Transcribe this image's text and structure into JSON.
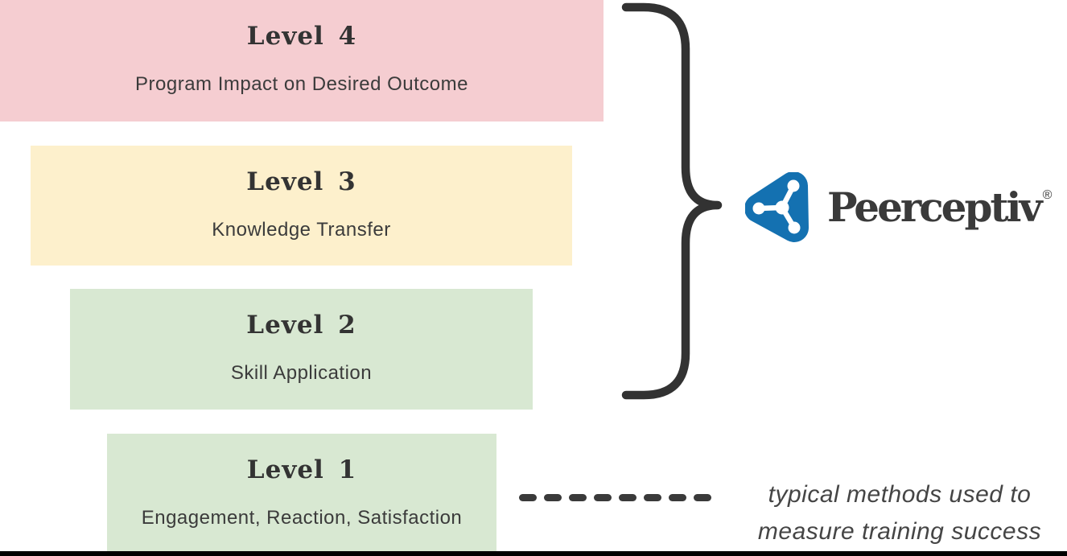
{
  "page": {
    "background": "#ffffff",
    "bottom_border_color": "#000000"
  },
  "levels": [
    {
      "title": "Level 4",
      "subtitle": "Program Impact on Desired Outcome",
      "color": "#f5cdd1"
    },
    {
      "title": "Level 3",
      "subtitle": "Knowledge Transfer",
      "color": "#fdf0cc"
    },
    {
      "title": "Level 2",
      "subtitle": "Skill Application",
      "color": "#d8e8d2"
    },
    {
      "title": "Level 1",
      "subtitle": "Engagement, Reaction, Satisfaction",
      "color": "#d8e8d2"
    }
  ],
  "brace": {
    "color": "#323232"
  },
  "logo": {
    "text": "Peerceptiv",
    "registered_mark": "®",
    "icon_color": "#1471b1",
    "icon_detail_color": "#ffffff",
    "text_color": "#3a3a3a"
  },
  "dashed_line": {
    "color": "#3a3a3a",
    "dash_count": 8
  },
  "annotation": {
    "line1": "typical methods used to",
    "line2": "measure training success",
    "color": "#454545"
  },
  "text_colors": {
    "heading": "#333333",
    "subtitle": "#3b3b3b"
  }
}
